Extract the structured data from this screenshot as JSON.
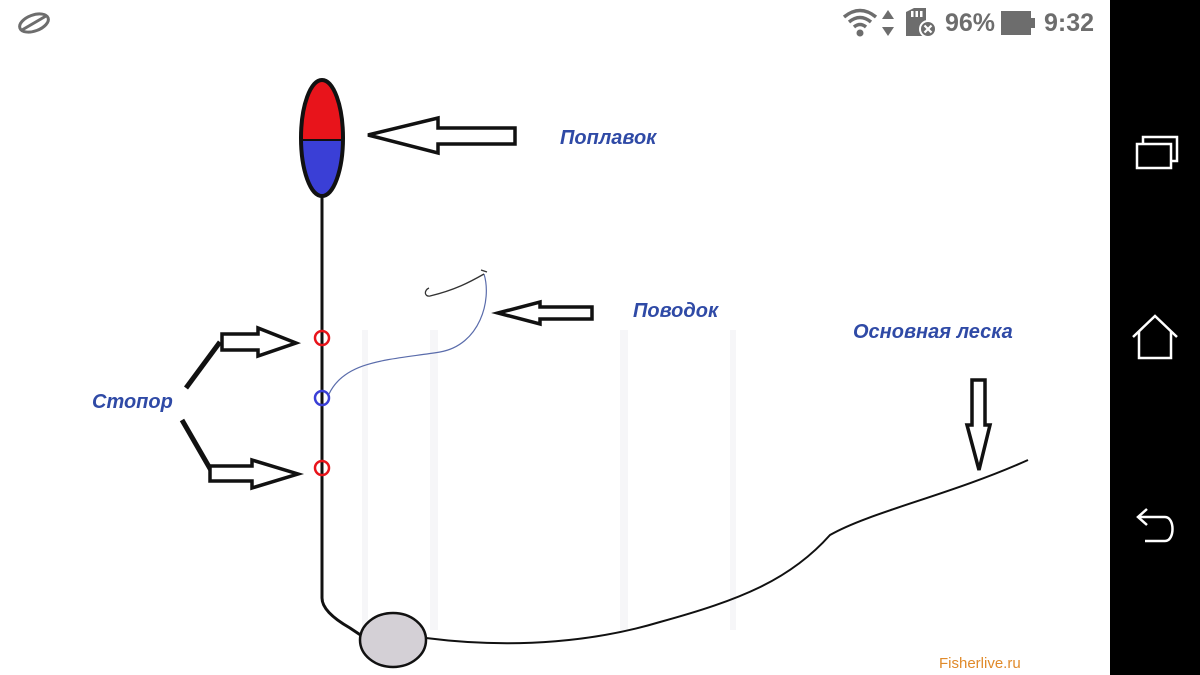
{
  "status_bar": {
    "battery_percent": "96%",
    "time": "9:32",
    "icons": [
      "app-logo-icon",
      "wifi-icon",
      "data-transfer-icon",
      "sd-card-error-icon",
      "battery-icon"
    ]
  },
  "diagram": {
    "labels": {
      "float": "Поплавок",
      "leader": "Поводок",
      "main_line": "Основная леска",
      "stopper": "Стопор"
    },
    "watermark": "Fisherlive.ru",
    "colors": {
      "float_top": "#e8141b",
      "float_bottom": "#3a3fd6",
      "stopper": "#e8141b",
      "swivel": "#3a3fd6",
      "sinker": "#d4d0d6",
      "label": "#2f4aa6",
      "watermark": "#e08a2a"
    }
  },
  "nav_bar": {
    "buttons": [
      "recent-apps",
      "home",
      "back"
    ]
  }
}
